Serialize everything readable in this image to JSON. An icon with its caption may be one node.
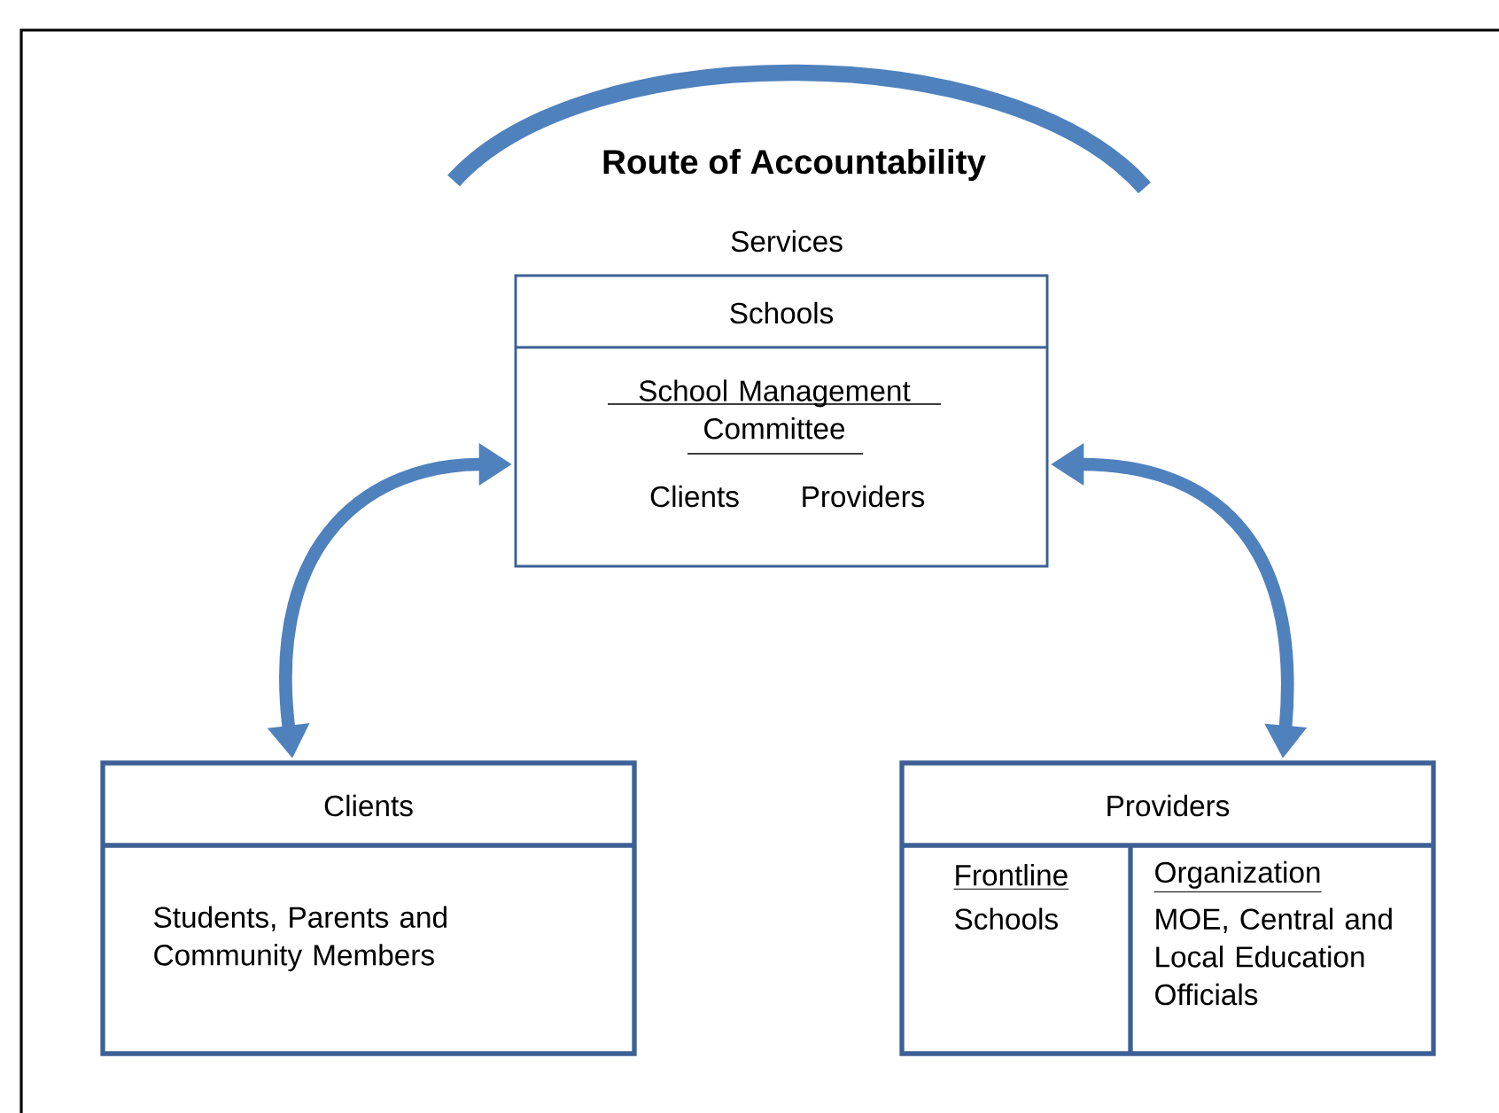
{
  "diagram": {
    "title": "Route of Accountability",
    "nodes": [
      {
        "text": [
          "Schools",
          "School Management Committee",
          "Clients",
          "Providers"
        ],
        "beside": [
          "Services"
        ]
      },
      {
        "text": [
          "Clients",
          "Students, Parents and Community Members"
        ]
      },
      {
        "text": [
          "Providers"
        ]
      },
      {
        "text": [
          "Frontline",
          "Schools"
        ],
        "in": 2
      },
      {
        "text": [
          "Organization",
          "MOE, Central and Local Education Officials"
        ],
        "in": 2
      }
    ],
    "edges": [
      {
        "from": 1,
        "to": 0,
        "arrow": "both"
      },
      {
        "from": 0,
        "to": 2,
        "arrow": "both"
      }
    ]
  }
}
